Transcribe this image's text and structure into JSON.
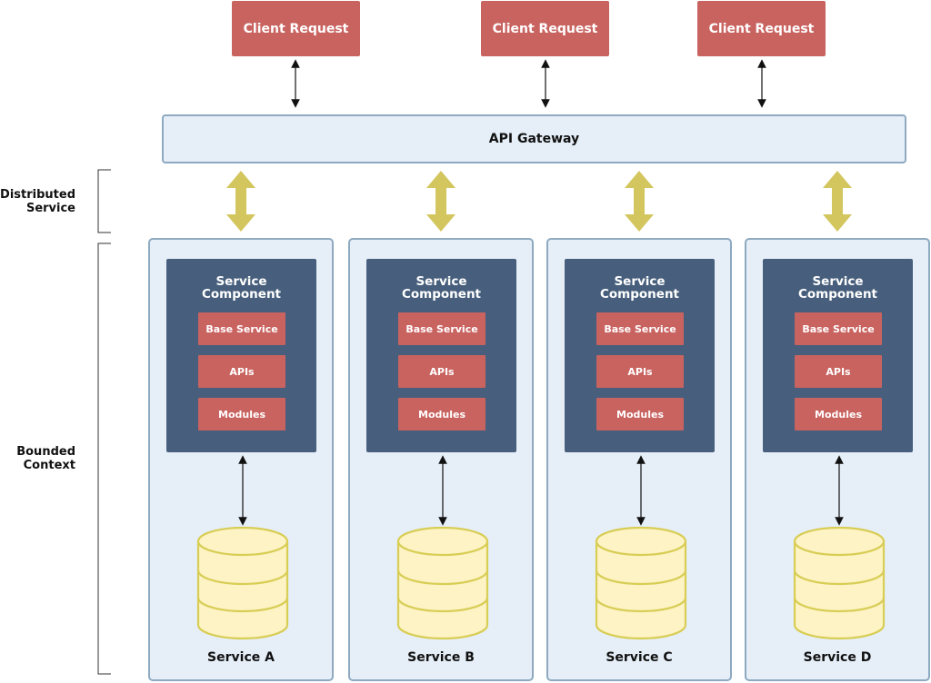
{
  "clients": [
    "Client Request",
    "Client Request",
    "Client Request"
  ],
  "gateway": "API Gateway",
  "side_labels": {
    "distributed_line1": "Distributed",
    "distributed_line2": "Service",
    "bounded_line1": "Bounded",
    "bounded_line2": "Context"
  },
  "services": [
    {
      "component_line1": "Service",
      "component_line2": "Component",
      "items": [
        "Base Service",
        "APIs",
        "Modules"
      ],
      "name": "Service A"
    },
    {
      "component_line1": "Service",
      "component_line2": "Component",
      "items": [
        "Base Service",
        "APIs",
        "Modules"
      ],
      "name": "Service B"
    },
    {
      "component_line1": "Service",
      "component_line2": "Component",
      "items": [
        "Base Service",
        "APIs",
        "Modules"
      ],
      "name": "Service C"
    },
    {
      "component_line1": "Service",
      "component_line2": "Component",
      "items": [
        "Base Service",
        "APIs",
        "Modules"
      ],
      "name": "Service D"
    }
  ],
  "colors": {
    "client": "#c96360",
    "gateway_fill": "#e6eff8",
    "border": "#8ea9c0",
    "component": "#475f7c",
    "gold_arrow": "#d3c65e",
    "db_fill": "#fdf3c4",
    "db_stroke": "#d8cd55"
  }
}
